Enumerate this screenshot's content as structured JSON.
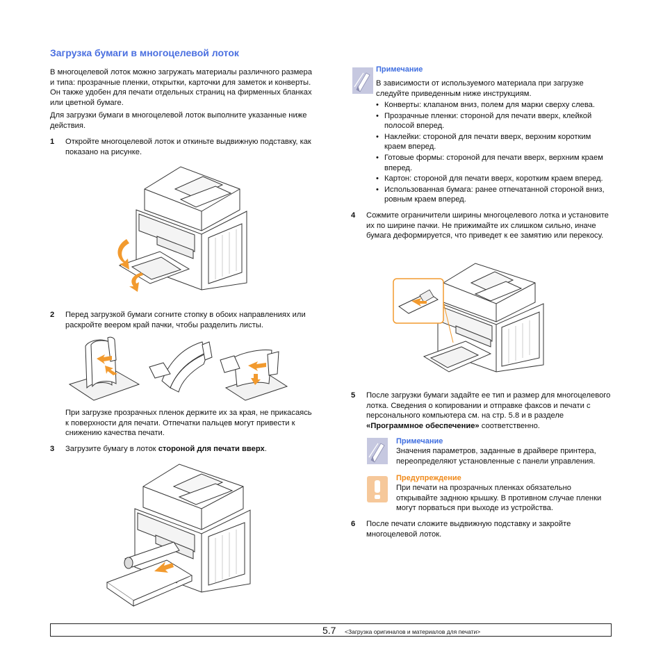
{
  "left": {
    "title": "Загрузка бумаги в многоцелевой лоток",
    "intro1": "В многоцелевой лоток можно загружать материалы различного размера и типа: прозрачные пленки, открытки, карточки для заметок и конверты. Он также удобен для печати отдельных страниц на фирменных бланках или цветной бумаге.",
    "intro2": "Для загрузки бумаги в многоцелевой лоток выполните указанные ниже действия.",
    "step1": {
      "num": "1",
      "text": "Откройте многоцелевой лоток и откиньте выдвижную подставку, как показано на рисунке."
    },
    "step2": {
      "num": "2",
      "text": "Перед загрузкой бумаги согните стопку в обоих направлениях или раскройте веером край пачки, чтобы разделить листы."
    },
    "transparency_note": "При загрузке прозрачных пленок держите их за края, не прикасаясь к поверхности для печати. Отпечатки пальцев могут привести к снижению качества печати.",
    "step3": {
      "num": "3",
      "text_before": "Загрузите бумагу в лоток ",
      "text_bold": "стороной для печати вверх",
      "text_after": "."
    }
  },
  "right": {
    "note1": {
      "title": "Примечание",
      "text": "В зависимости от используемого материала при загрузке следуйте приведенным ниже инструкциям.",
      "items": [
        "Конверты: клапаном вниз, полем для марки сверху слева.",
        "Прозрачные пленки: стороной для печати вверх, клейкой полосой вперед.",
        "Наклейки: стороной для печати вверх, верхним коротким краем вперед.",
        "Готовые формы: стороной для печати вверх, верхним краем вперед.",
        "Картон: стороной для печати вверх, коротким краем вперед.",
        "Использованная бумага: ранее отпечатанной стороной вниз, ровным краем вперед."
      ]
    },
    "step4": {
      "num": "4",
      "text": "Сожмите ограничители ширины многоцелевого лотка и установите их по ширине пачки. Не прижимайте их слишком сильно, иначе бумага деформируется, что приведет к ее замятию или перекосу."
    },
    "step5": {
      "num": "5",
      "text_before": "После загрузки бумаги задайте ее тип и размер для многоцелевого лотка. Сведения о копировании и отправке факсов и печати с персонального компьютера см. на стр. 5.8 и в разделе ",
      "text_bold": "«Программное обеспечение»",
      "text_after": " соответственно."
    },
    "note2": {
      "title": "Примечание",
      "text": "Значения параметров, заданные в драйвере принтера, переопределяют установленные с панели управления."
    },
    "warning": {
      "title": "Предупреждение",
      "text": "При печати на прозрачных пленках обязательно открывайте заднюю крышку. В противном случае пленки могут порваться при выходе из устройства."
    },
    "step6": {
      "num": "6",
      "text": "После печати сложите выдвижную подставку и закройте многоцелевой лоток."
    }
  },
  "footer": {
    "page_number": "5.7",
    "section_title": "<Загрузка оригиналов и материалов для печати>"
  },
  "icons": {
    "note": "pencil-note-icon",
    "warning": "exclamation-warning-icon"
  },
  "colors": {
    "heading": "#4a6fe0",
    "note_title": "#3f6ee0",
    "warning_title": "#f08a1a",
    "arrow": "#f29a2e",
    "icon_bg": "#c6c8e0",
    "warning_bg": "#f6c89a"
  }
}
